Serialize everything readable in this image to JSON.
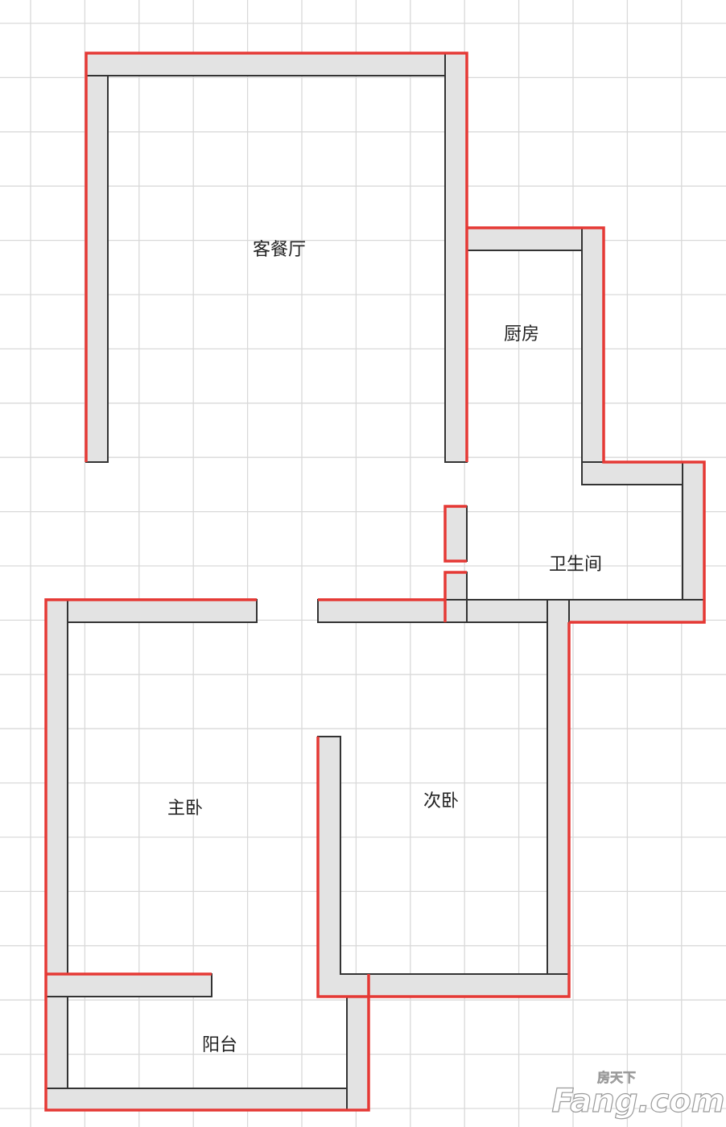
{
  "rooms": {
    "living_dining": "客餐厅",
    "kitchen": "厨房",
    "bathroom": "卫生间",
    "master_bedroom": "主卧",
    "second_bedroom": "次卧",
    "balcony": "阳台"
  },
  "watermark": {
    "brand_cn": "房天下",
    "brand_en": "Fang.com"
  },
  "colors": {
    "grid": "#d9d9d9",
    "wall_fill": "#e3e3e3",
    "wall_edge": "#333333",
    "outer_edge": "#e53935"
  }
}
